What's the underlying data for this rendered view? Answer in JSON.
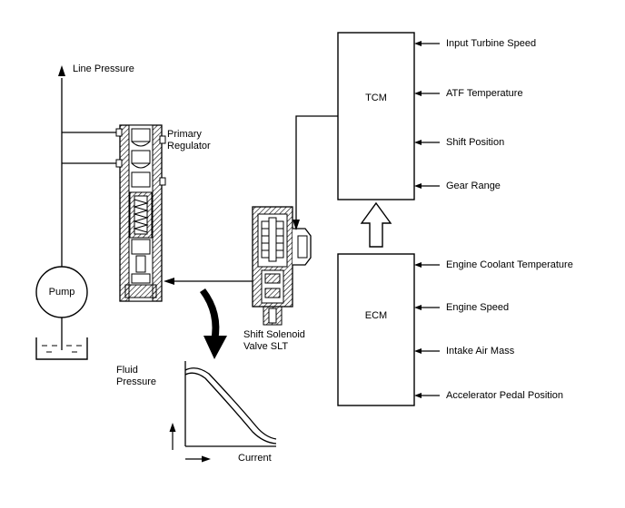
{
  "line_pressure": "Line Pressure",
  "primary_regulator": [
    "Primary",
    "Regulator"
  ],
  "pump": "Pump",
  "shift_solenoid": [
    "Shift Solenoid",
    "Valve SLT"
  ],
  "tcm": {
    "label": "TCM",
    "inputs": [
      "Input Turbine Speed",
      "ATF Temperature",
      "Shift Position",
      "Gear Range"
    ]
  },
  "ecm": {
    "label": "ECM",
    "inputs": [
      "Engine Coolant Temperature",
      "Engine Speed",
      "Intake Air Mass",
      "Accelerator Pedal Position"
    ]
  },
  "graph": {
    "ylabel": [
      "Fluid",
      "Pressure"
    ],
    "xlabel": "Current"
  }
}
